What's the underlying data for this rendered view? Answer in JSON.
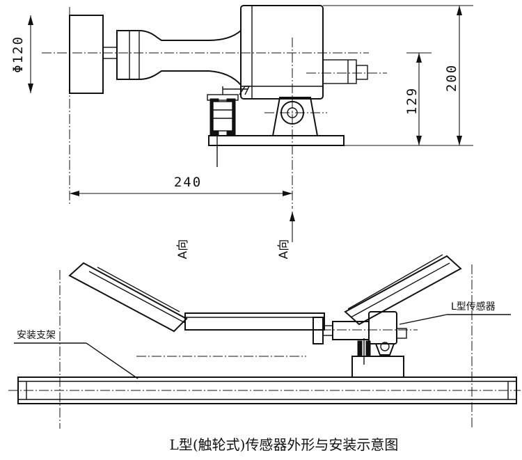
{
  "top_view": {
    "dim_diameter": "Φ120",
    "dim_height_total": "200",
    "dim_height_axis": "129",
    "dim_length": "240",
    "view_label_left": "A向",
    "view_label_right": "A向"
  },
  "install_view": {
    "label_bracket": "安装支架",
    "label_sensor": "L型传感器"
  },
  "caption": "L型(触轮式)传感器外形与安装示意图"
}
